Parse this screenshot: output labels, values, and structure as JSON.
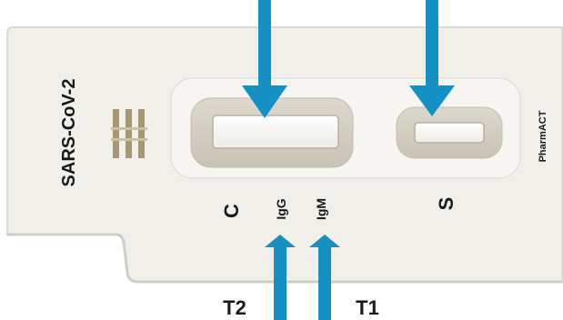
{
  "device": {
    "name_label": "SARS-CoV-2",
    "brand_label": "PharmACT"
  },
  "strip_labels": {
    "control": "C",
    "igg": "IgG",
    "igm": "IgM",
    "sample": "S"
  },
  "bottom_labels": {
    "t2": "T2",
    "t1": "T1"
  },
  "colors": {
    "arrow": "#1590c4",
    "cassette": "#f0efea",
    "window_frame": "#d6d1c6",
    "text": "#1a1a1a",
    "barcode": "#a59877"
  },
  "icons": [
    "arrow-down-icon",
    "arrow-up-icon"
  ]
}
